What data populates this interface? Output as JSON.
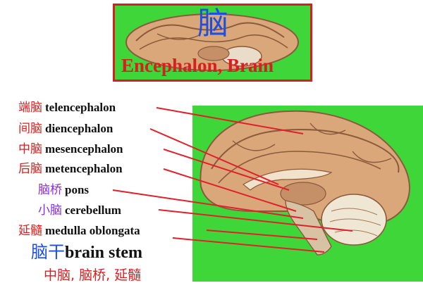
{
  "title": {
    "zh": "脑",
    "en": "Encephalon, Brain"
  },
  "labels": [
    {
      "zh": "端脑",
      "en": "telencephalon",
      "zh_color": "#d81e1e"
    },
    {
      "zh": "间脑",
      "en": "diencephalon",
      "zh_color": "#d81e1e"
    },
    {
      "zh": "中脑",
      "en": "mesencephalon",
      "zh_color": "#d81e1e"
    },
    {
      "zh": "后脑",
      "en": "metencephalon",
      "zh_color": "#d81e1e"
    },
    {
      "zh": "脑桥",
      "en": "pons",
      "zh_color": "#8a2be2"
    },
    {
      "zh": "小脑",
      "en": "cerebellum",
      "zh_color": "#8a2be2"
    },
    {
      "zh": "延髓",
      "en": "medulla oblongata",
      "zh_color": "#d81e1e"
    }
  ],
  "brain_stem": {
    "zh": "脑干",
    "en": "brain stem"
  },
  "note": "中脑, 脑桥, 延髓",
  "colors": {
    "background_panel": "#3fd63a",
    "frame_border": "#d81e1e",
    "leader_lines": "#e0202a",
    "brain_tissue": "#d9a77a",
    "brain_outline": "#8a5a3a"
  }
}
